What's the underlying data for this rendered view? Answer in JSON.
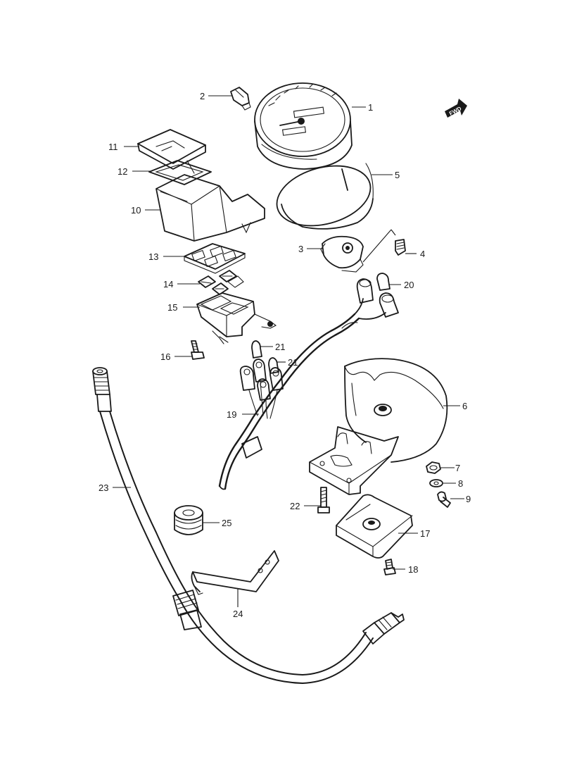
{
  "fwd_indicator": {
    "label": "FWD"
  },
  "callouts": [
    {
      "number": "1"
    },
    {
      "number": "2"
    },
    {
      "number": "3"
    },
    {
      "number": "4"
    },
    {
      "number": "5"
    },
    {
      "number": "6"
    },
    {
      "number": "7"
    },
    {
      "number": "8"
    },
    {
      "number": "9"
    },
    {
      "number": "10"
    },
    {
      "number": "11"
    },
    {
      "number": "12"
    },
    {
      "number": "13"
    },
    {
      "number": "14"
    },
    {
      "number": "15"
    },
    {
      "number": "16"
    },
    {
      "number": "17"
    },
    {
      "number": "18"
    },
    {
      "number": "19"
    },
    {
      "number": "20"
    },
    {
      "number": "21"
    },
    {
      "number": "21"
    },
    {
      "number": "22"
    },
    {
      "number": "23"
    },
    {
      "number": "24"
    },
    {
      "number": "25"
    }
  ]
}
